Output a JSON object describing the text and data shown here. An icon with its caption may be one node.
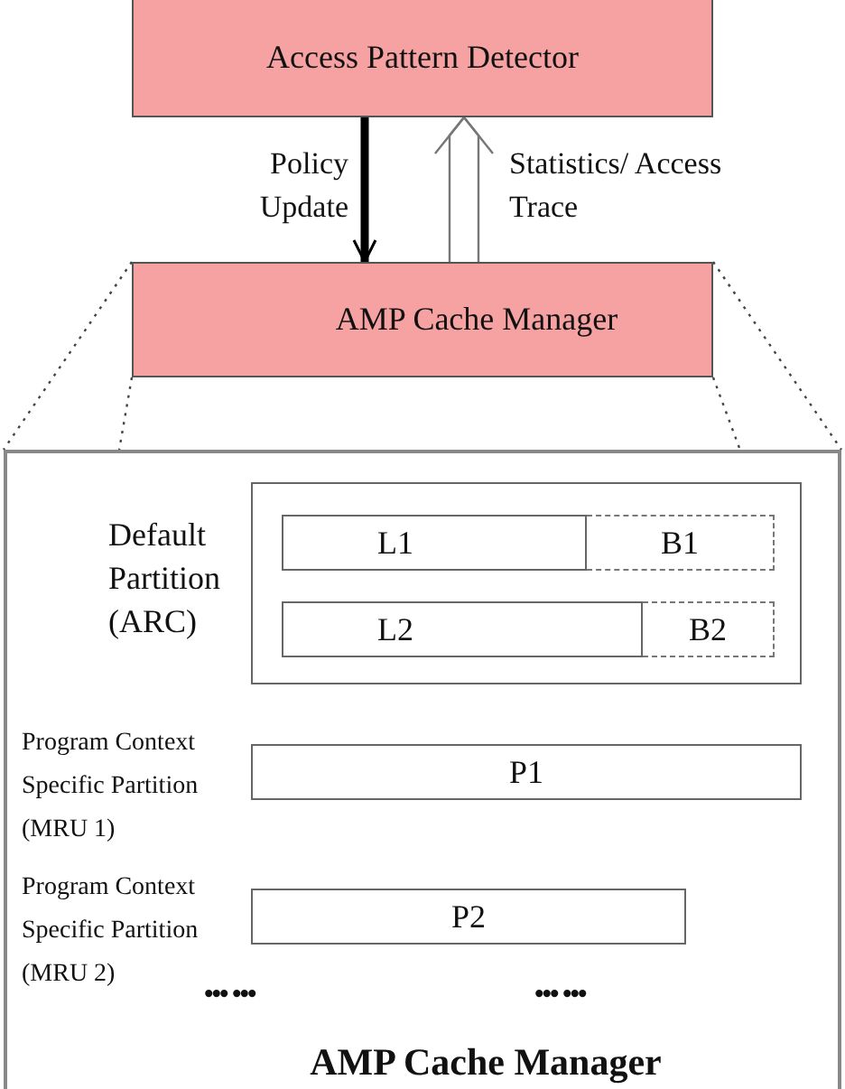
{
  "diagram": {
    "nodes": [
      {
        "text": [
          "Access Pattern Detector"
        ]
      },
      {
        "text": [
          "AMP Cache Manager"
        ]
      },
      {
        "text": [
          "AMP Cache Manager"
        ]
      },
      {
        "text": [
          "Default Partition (ARC)"
        ],
        "in": 2
      },
      {
        "text": [
          "L1"
        ],
        "in": 3
      },
      {
        "text": [
          "B1"
        ],
        "in": 3
      },
      {
        "text": [
          "L2"
        ],
        "in": 3
      },
      {
        "text": [
          "B2"
        ],
        "in": 3
      },
      {
        "text": [
          "P1"
        ],
        "in": 2,
        "beside": [
          "Program Context Specific Partition (MRU 1)"
        ]
      },
      {
        "text": [
          "P2"
        ],
        "in": 2,
        "beside": [
          "Program Context Specific Partition (MRU 2)"
        ]
      }
    ],
    "edges": [
      {
        "from": 0,
        "to": 1,
        "arrow": "to",
        "label": "Policy Update",
        "style": "thick"
      },
      {
        "from": 1,
        "to": 0,
        "arrow": "to",
        "label": "Statistics/ Access Trace"
      },
      {
        "from": 1,
        "to": 2,
        "arrow": "none",
        "style": "dashed"
      },
      {
        "from": 1,
        "to": 2,
        "arrow": "none",
        "style": "dashed"
      },
      {
        "from": 1,
        "to": 2,
        "arrow": "none",
        "style": "dashed"
      },
      {
        "from": 1,
        "to": 2,
        "arrow": "none",
        "style": "dashed"
      }
    ],
    "labels": [
      "••• •••",
      "••• •••"
    ]
  }
}
